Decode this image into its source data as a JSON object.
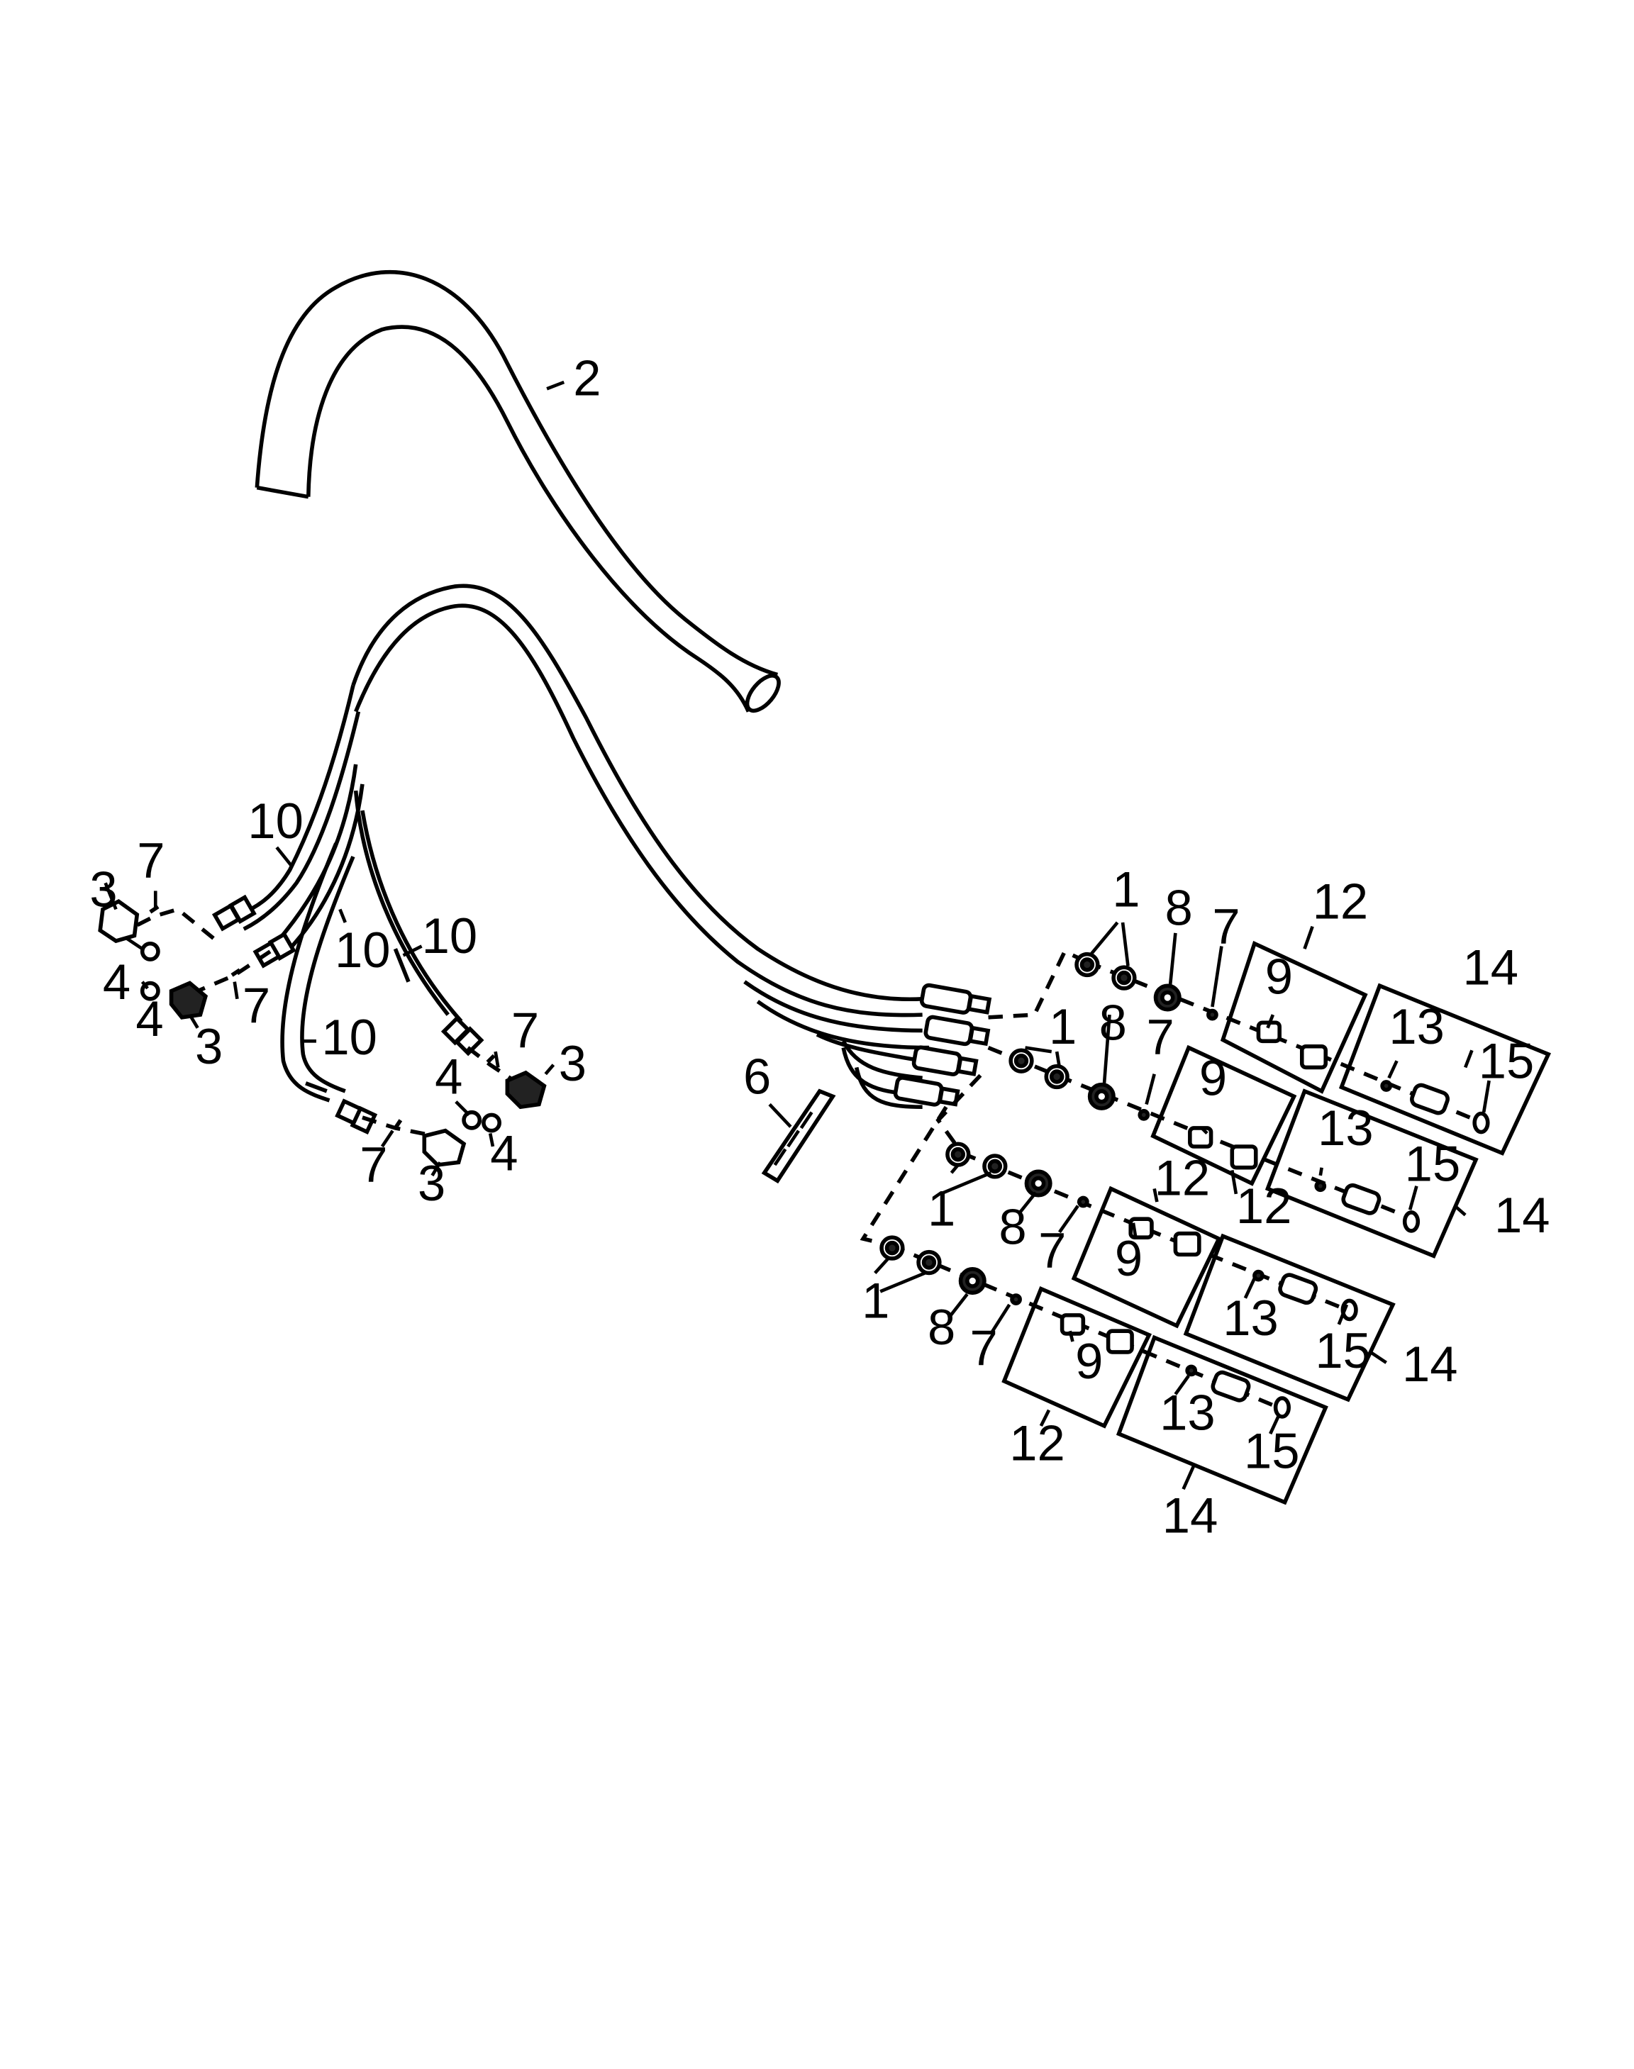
{
  "diagram": {
    "callouts": {
      "c01": "2",
      "c02": "10",
      "c03": "10",
      "c04": "10",
      "c05": "10",
      "c06": "7",
      "c07": "7",
      "c08": "7",
      "c09": "7",
      "c10": "3",
      "c11": "3",
      "c12": "3",
      "c13": "3",
      "c14": "4",
      "c15": "4",
      "c16": "4",
      "c17": "4",
      "c18": "6",
      "c19": "1",
      "c20": "8",
      "c21": "7",
      "c22": "12",
      "c23": "9",
      "c24": "14",
      "c25": "13",
      "c26": "15",
      "c27": "1",
      "c28": "8",
      "c29": "7",
      "c30": "9",
      "c31": "13",
      "c32": "15",
      "c33": "12",
      "c34": "14",
      "c35": "1",
      "c36": "8",
      "c37": "7",
      "c38": "12",
      "c39": "9",
      "c40": "13",
      "c41": "15",
      "c42": "14",
      "c43": "1",
      "c44": "8",
      "c45": "7",
      "c46": "9",
      "c47": "12",
      "c48": "13",
      "c49": "15",
      "c50": "14"
    }
  }
}
